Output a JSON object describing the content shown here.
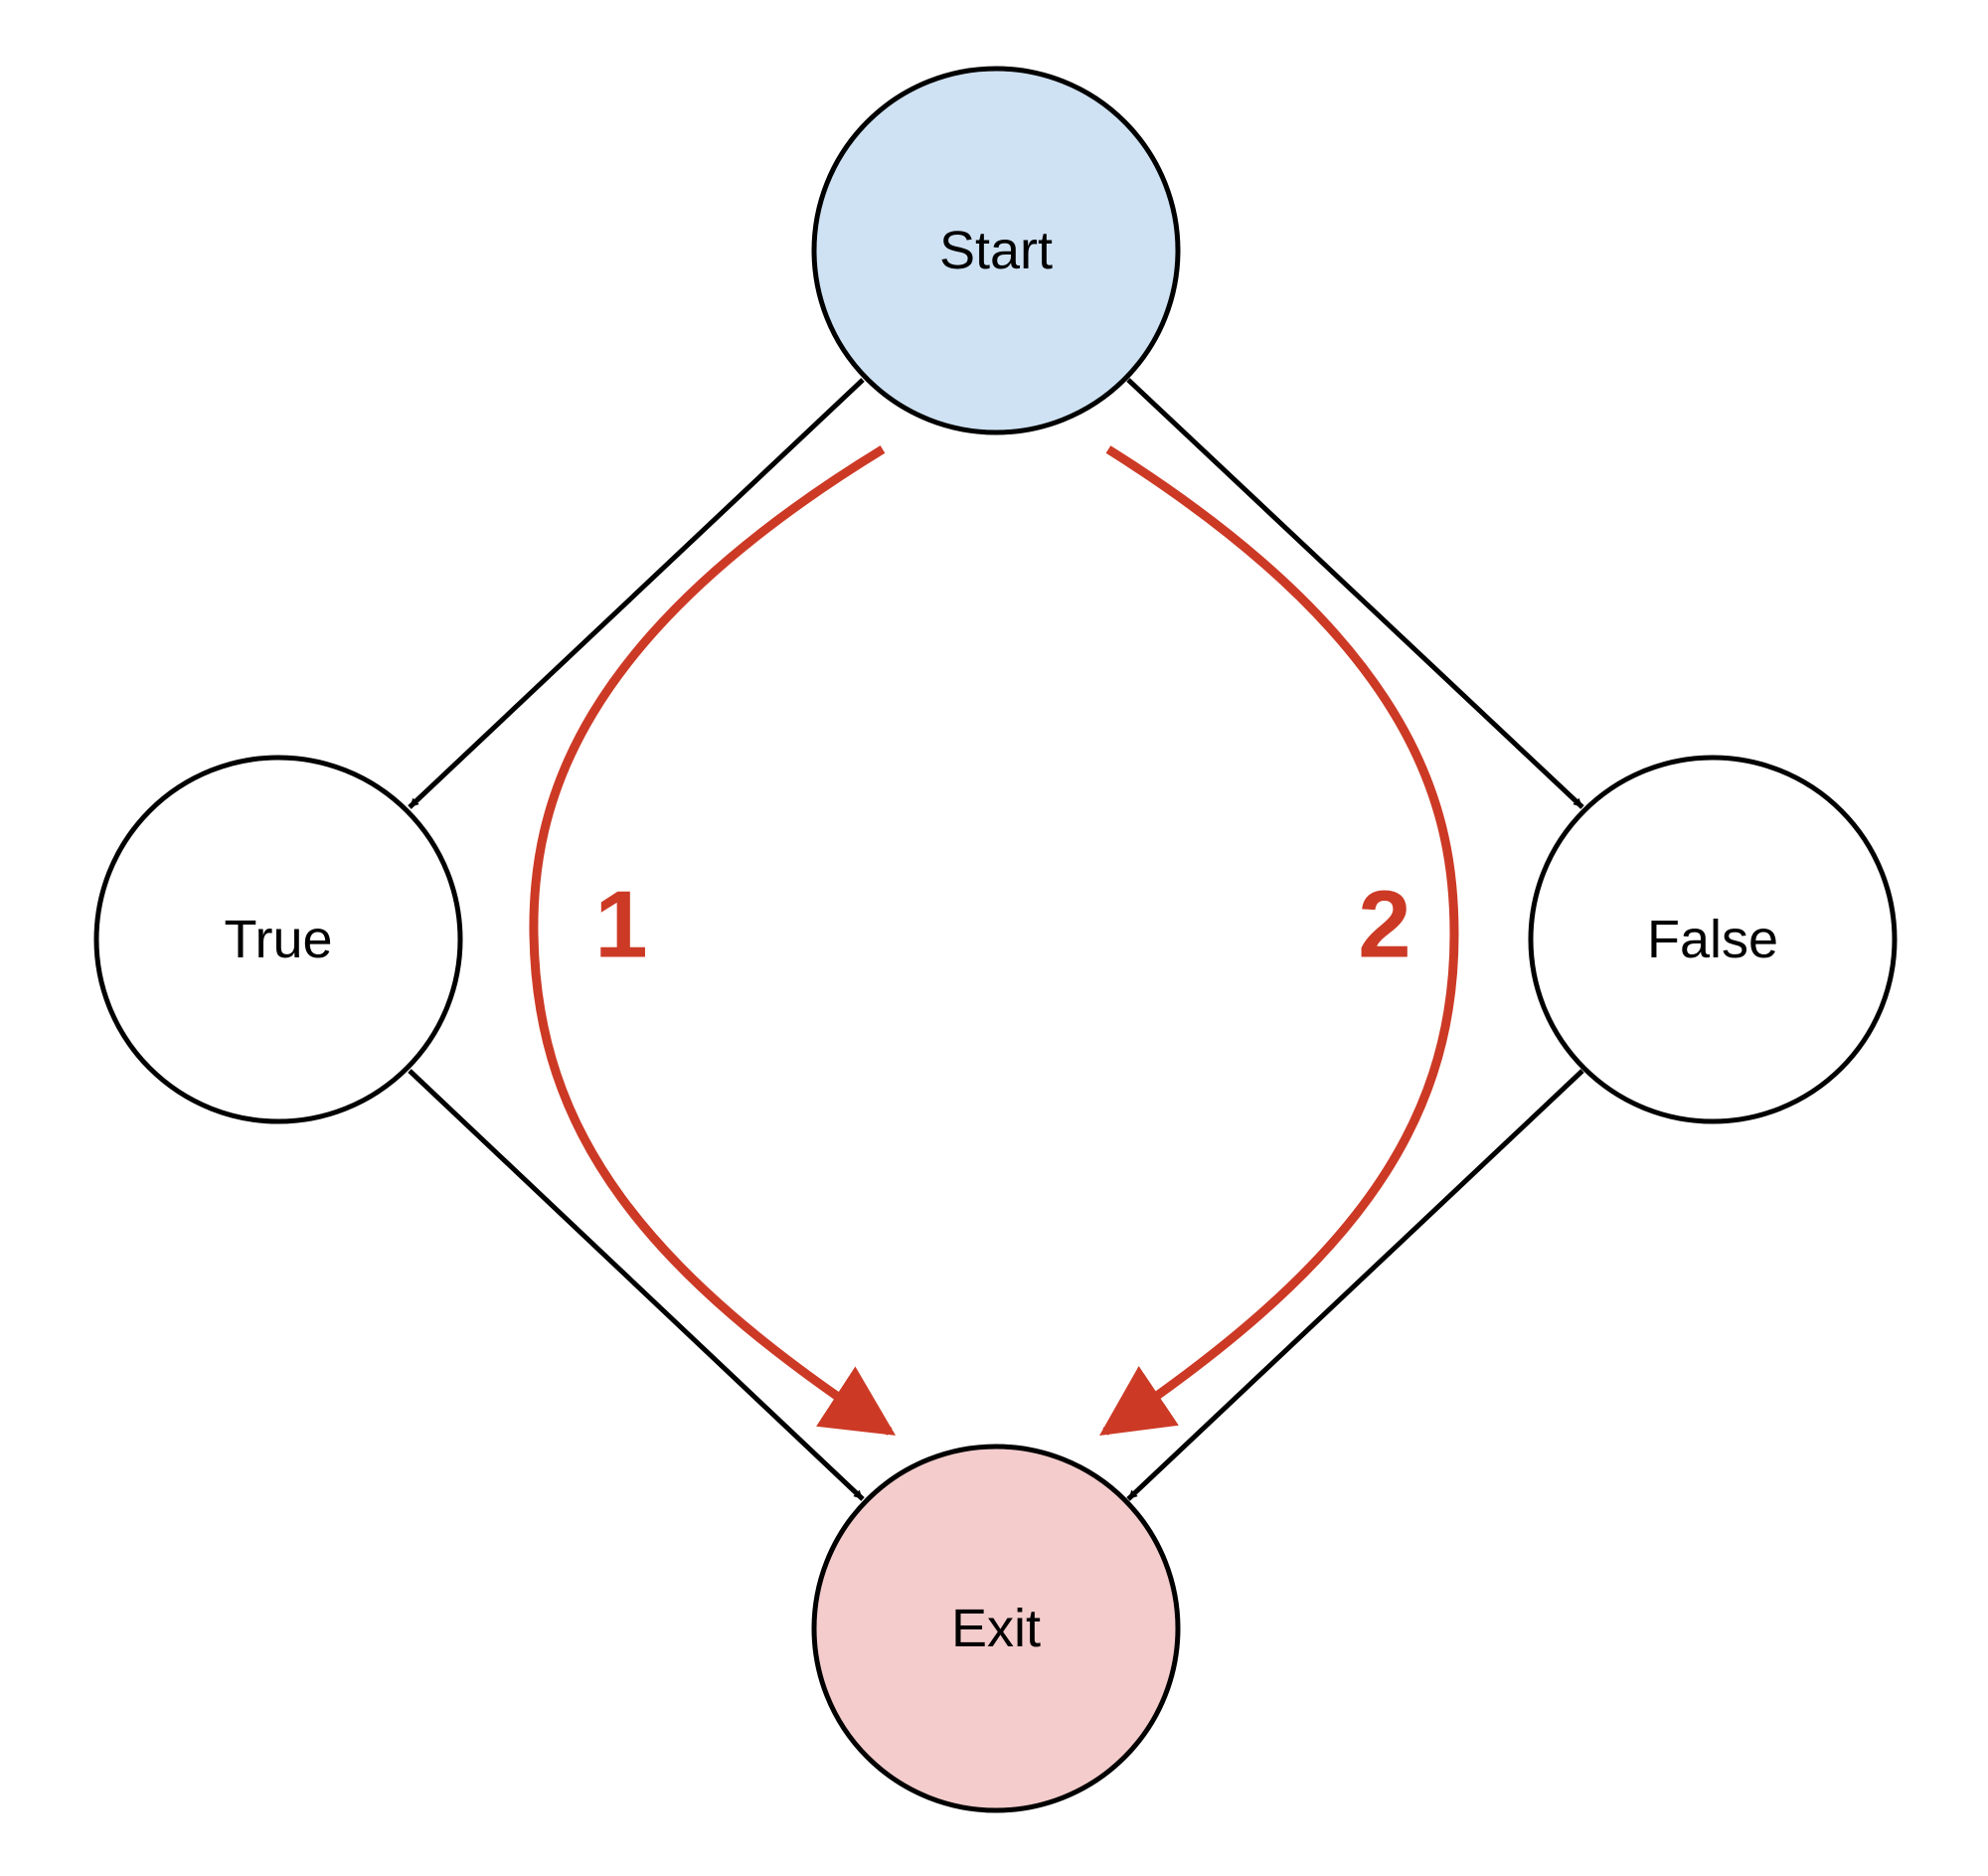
{
  "colors": {
    "start_fill": "#cfe2f3",
    "exit_fill": "#f4cccc",
    "plain_fill": "#ffffff",
    "edge": "#000000",
    "path_highlight": "#cc3a26"
  },
  "nodes": {
    "start": {
      "label": "Start"
    },
    "true": {
      "label": "True"
    },
    "false": {
      "label": "False"
    },
    "exit": {
      "label": "Exit"
    }
  },
  "edges": [
    {
      "from": "Start",
      "to": "True"
    },
    {
      "from": "Start",
      "to": "False"
    },
    {
      "from": "True",
      "to": "Exit"
    },
    {
      "from": "False",
      "to": "Exit"
    }
  ],
  "paths": [
    {
      "label": "1",
      "route": [
        "Start",
        "True",
        "Exit"
      ]
    },
    {
      "label": "2",
      "route": [
        "Start",
        "False",
        "Exit"
      ]
    }
  ]
}
